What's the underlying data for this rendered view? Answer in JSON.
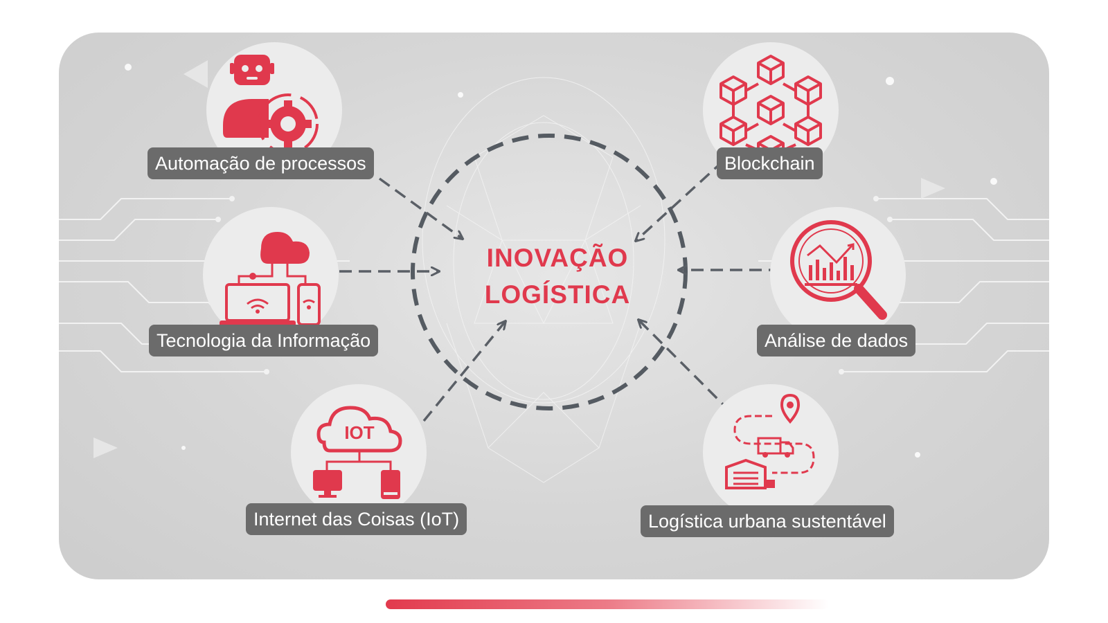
{
  "title": {
    "line1": "INOVAÇÃO",
    "line2": "LOGÍSTICA"
  },
  "colors": {
    "accent": "#e0394d",
    "pill_bg": "#6b6b6b",
    "panel_bg": "#d9d9d9",
    "circle_bg": "#ececec",
    "arrow": "#5a5f66"
  },
  "nodes": [
    {
      "label": "Automação de processos",
      "icon": "robot-gear-icon"
    },
    {
      "label": "Tecnologia da Informação",
      "icon": "cloud-devices-icon"
    },
    {
      "label": "Internet das Coisas (IoT)",
      "icon": "iot-cloud-icon",
      "icon_text": "IOT"
    },
    {
      "label": "Blockchain",
      "icon": "blockchain-cubes-icon"
    },
    {
      "label": "Análise de dados",
      "icon": "magnifier-chart-icon"
    },
    {
      "label": "Logística urbana sustentável",
      "icon": "truck-route-icon"
    }
  ]
}
